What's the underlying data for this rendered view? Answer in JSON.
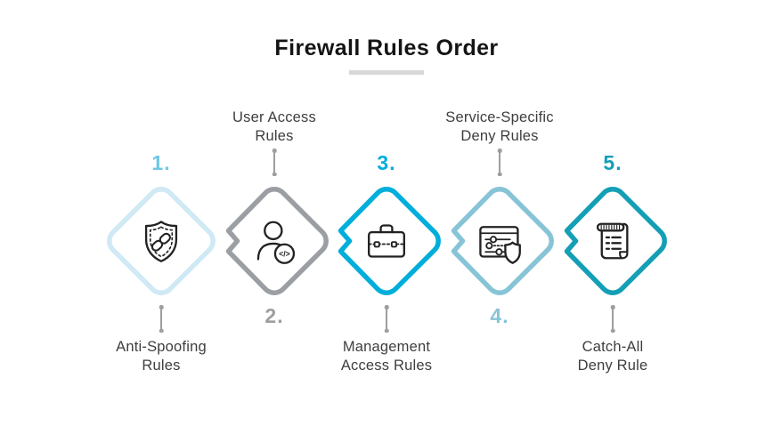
{
  "title": {
    "text": "Firewall Rules Order"
  },
  "colors": {
    "title_text": "#141414",
    "title_underline": "#d8d8d8",
    "connector": "#9e9e9e",
    "label_text": "#3e3e3e",
    "icon_stroke": "#222222"
  },
  "code_badge_text": "</>",
  "steps": [
    {
      "number": "1.",
      "label": "Anti-Spoofing\nRules",
      "label_position": "bottom",
      "diamond_color": "#cfe9f5",
      "number_color": "#6ec7e5",
      "icon": "shield-link-icon"
    },
    {
      "number": "2.",
      "label": "User Access\nRules",
      "label_position": "top",
      "diamond_color": "#9b9fa3",
      "number_color": "#9b9fa3",
      "icon": "user-code-icon"
    },
    {
      "number": "3.",
      "label": "Management\nAccess Rules",
      "label_position": "bottom",
      "diamond_color": "#00aedb",
      "number_color": "#00aedb",
      "icon": "briefcase-icon"
    },
    {
      "number": "4.",
      "label": "Service-Specific\nDeny Rules",
      "label_position": "top",
      "diamond_color": "#87c4d7",
      "number_color": "#87c4d7",
      "icon": "settings-shield-icon"
    },
    {
      "number": "5.",
      "label": "Catch-All\nDeny Rule",
      "label_position": "bottom",
      "diamond_color": "#149fb6",
      "number_color": "#149fb6",
      "icon": "scroll-list-icon"
    }
  ]
}
